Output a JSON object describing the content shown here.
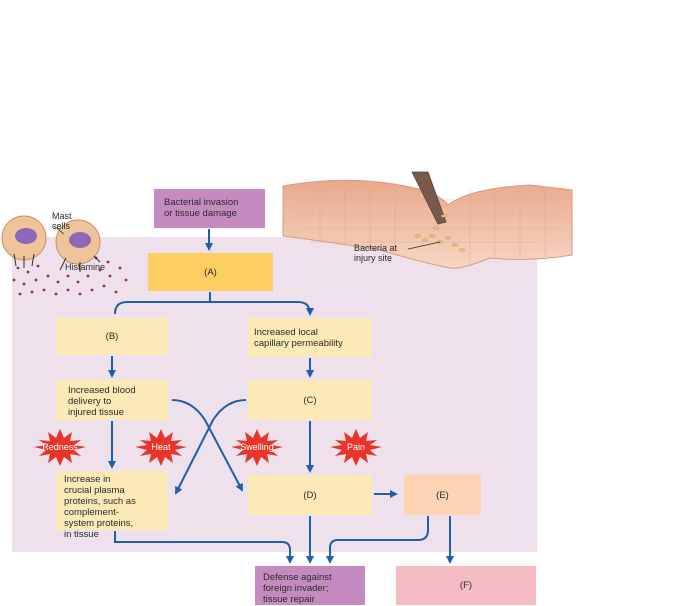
{
  "trigger": "Bacterial invasion\nor tissue damage",
  "mast_cells_label": "Mast\ncells",
  "histamine_label": "Histamine",
  "bacteria_label": "Bacteria at\ninjury site",
  "box_a": "(A)",
  "box_b": "(B)",
  "box_permeability": "Increased local\ncapillary permeability",
  "box_blood": "Increased blood\ndelivery to\ninjured tissue",
  "box_c": "(C)",
  "box_plasma": "Increase in\ncrucial plasma\nproteins, such as\ncomplement-\nsystem proteins,\nin tissue",
  "box_d": "(D)",
  "box_e": "(E)",
  "box_defense": "Defense against\nforeign invader;\ntissue repair",
  "box_f": "(F)",
  "signs": [
    "Redness",
    "Heat",
    "Swelling",
    "Pain"
  ],
  "colors": {
    "arrow": "#1f5fa8",
    "panel": "#eee1ec",
    "star": "#e8342a",
    "skin": "#f0b99c"
  }
}
